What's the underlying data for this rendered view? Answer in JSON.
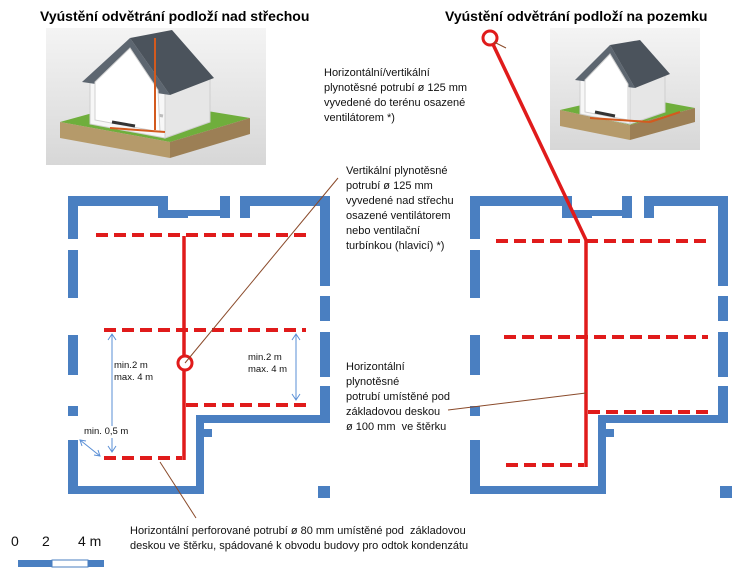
{
  "titles": {
    "left": "Vyústění odvětrání podloží nad střechou",
    "right": "Vyústění odvětrání podloží na pozemku"
  },
  "labels": {
    "top_right": "Horizontální/vertikální\nplynotěsné potrubí ø 125 mm\nvyvedené do terénu osazené\nventilátorem *)",
    "middle": "Vertikální plynotěsné\npotrubí ø 125 mm\nvyvedené nad střechu\nosazené ventilátorem\nnebo ventilační\nturbínkou (hlavicí) *)",
    "horizontal": "Horizontální\nplynotěsné\npotrubí umístěné pod\nzákladovou deskou\nø 100 mm  ve štěrku",
    "bottom": "Horizontální perforované potrubí ø 80 mm umístěné pod  základovou\ndeskou ve štěrku, spádované k obvodu budovy pro odtok kondenzátu"
  },
  "dimensions": {
    "left_spacing": "min.2 m\nmax. 4 m",
    "right_spacing": "min.2 m\nmax. 4 m",
    "edge_spacing": "min. 0,5 m"
  },
  "scale": {
    "ticks": [
      "0",
      "2",
      "4 m"
    ]
  },
  "colors": {
    "pipe": "#e01b1b",
    "wall": "#4a7fc1",
    "leader": "#8a4a2a",
    "dimension": "#5a8fd6"
  }
}
